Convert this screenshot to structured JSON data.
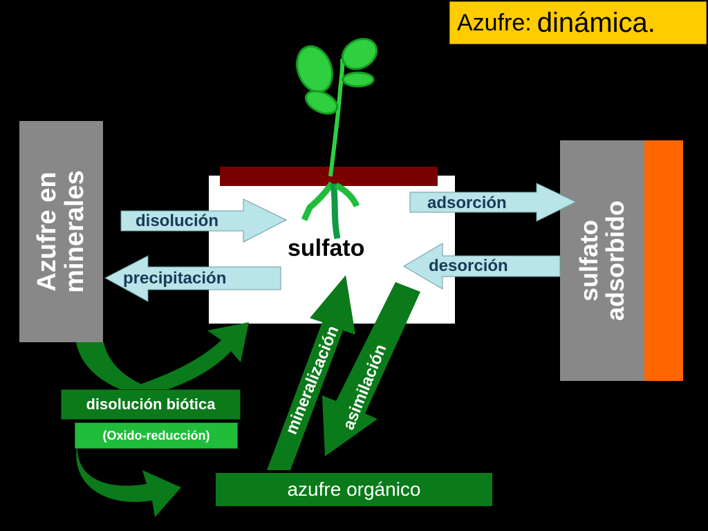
{
  "title": {
    "prefix": "Azufre:",
    "main": "dinámica."
  },
  "left_panel": {
    "line1": "Azufre  en",
    "line2": "minerales"
  },
  "right_panel": {
    "line1": "sulfato",
    "line2": "adsorbido"
  },
  "center": {
    "label": "sulfato"
  },
  "arrows": {
    "disolucion": "disolución",
    "precipitacion": "precipitación",
    "adsorcion": "adsorción",
    "desorcion": "desorción",
    "mineralizacion": "mineralización",
    "asimilacion": "asimilación"
  },
  "boxes": {
    "disolucion_biotica": "disolución biótica",
    "oxido_reduccion": "(Oxido-reducción)",
    "azufre_organico": "azufre orgánico"
  },
  "colors": {
    "background": "#000000",
    "title_bg": "#ffcc00",
    "panel_gray": "#888888",
    "orange": "#ff6600",
    "soil_bar": "#7a0000",
    "light_arrow": "#b9e4e8",
    "dark_green": "#0b7a1a",
    "bright_green": "#1fbd3a"
  }
}
